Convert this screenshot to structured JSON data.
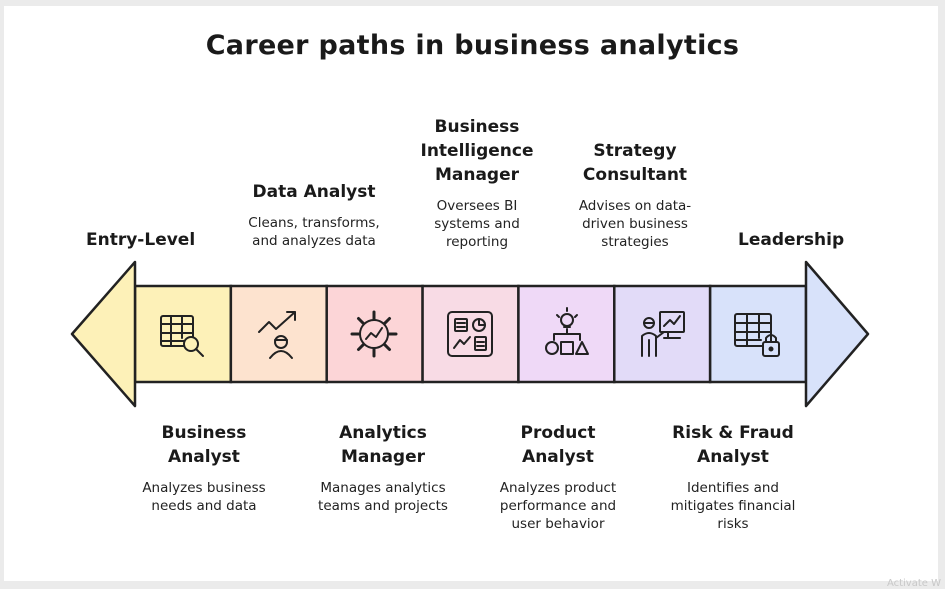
{
  "title": "Career paths in business analytics",
  "ends": {
    "left": "Entry-Level",
    "right": "Leadership"
  },
  "top_roles": [
    {
      "role_lines": [
        "Data Analyst"
      ],
      "desc_lines": [
        "Cleans, transforms,",
        "and analyzes data"
      ]
    },
    {
      "role_lines": [
        "Business",
        "Intelligence",
        "Manager"
      ],
      "desc_lines": [
        "Oversees BI",
        "systems and",
        "reporting"
      ]
    },
    {
      "role_lines": [
        "Strategy",
        "Consultant"
      ],
      "desc_lines": [
        "Advises on data-",
        "driven business",
        "strategies"
      ]
    }
  ],
  "bottom_roles": [
    {
      "role_lines": [
        "Business",
        "Analyst"
      ],
      "desc_lines": [
        "Analyzes business",
        "needs and data"
      ]
    },
    {
      "role_lines": [
        "Analytics",
        "Manager"
      ],
      "desc_lines": [
        "Manages analytics",
        "teams and projects"
      ]
    },
    {
      "role_lines": [
        "Product",
        "Analyst"
      ],
      "desc_lines": [
        "Analyzes product",
        "performance and",
        "user behavior"
      ]
    },
    {
      "role_lines": [
        "Risk & Fraud",
        "Analyst"
      ],
      "desc_lines": [
        "Identifies and",
        "mitigates financial",
        "risks"
      ]
    }
  ],
  "segments": [
    {
      "icon": "table-search-icon",
      "color": "#fdf1b8"
    },
    {
      "icon": "person-growth-icon",
      "color": "#fde3cf"
    },
    {
      "icon": "gear-chart-icon",
      "color": "#fcd5d7"
    },
    {
      "icon": "dashboard-icon",
      "color": "#f8dbe5"
    },
    {
      "icon": "lightbulb-shapes-icon",
      "color": "#efd9f7"
    },
    {
      "icon": "presenter-chart-icon",
      "color": "#e2dbf8"
    },
    {
      "icon": "table-lock-icon",
      "color": "#d8e2fa"
    }
  ],
  "arrow_colors": {
    "left": "#fdf1b8",
    "right": "#d8e2fa"
  },
  "footer": "Activate W"
}
